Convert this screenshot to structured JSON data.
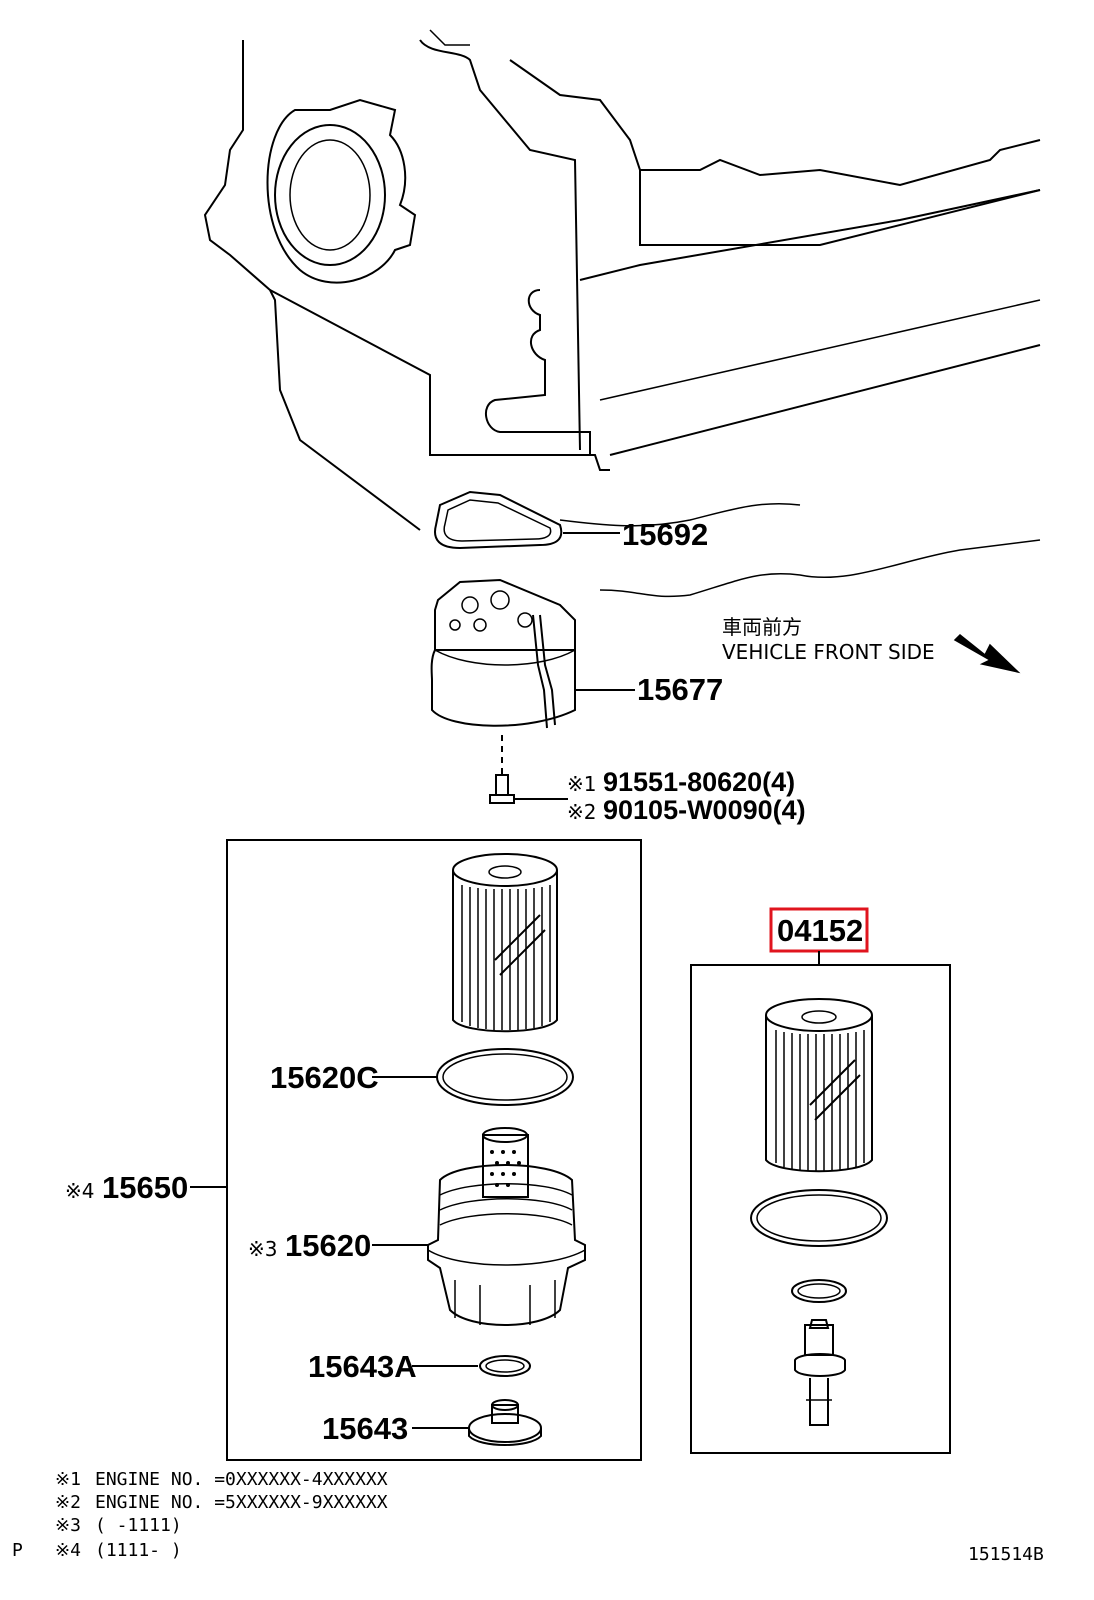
{
  "direction": {
    "jp": "車両前方",
    "en": "VEHICLE FRONT SIDE"
  },
  "parts": {
    "gasket": "15692",
    "housing": "15677",
    "bolt1_mark": "※1",
    "bolt1": "91551-80620(4)",
    "bolt2_mark": "※2",
    "bolt2": "90105-W0090(4)",
    "o_ring_c": "15620C",
    "assembly_mark": "※4",
    "assembly": "15650",
    "cap_mark": "※3",
    "cap": "15620",
    "o_ring_a": "15643A",
    "plug": "15643",
    "kit": "04152"
  },
  "notes": [
    {
      "mark": "※1",
      "text": "ENGINE NO. =0XXXXXX-4XXXXXX"
    },
    {
      "mark": "※2",
      "text": "ENGINE NO. =5XXXXXX-9XXXXXX"
    },
    {
      "mark": "※3",
      "text": "(       -1111)"
    },
    {
      "mark": "※4",
      "text": "(1111-       )"
    }
  ],
  "prefix": "P",
  "diagram_id": "151514B",
  "colors": {
    "highlight": "#e0141e",
    "ink": "#000000"
  }
}
